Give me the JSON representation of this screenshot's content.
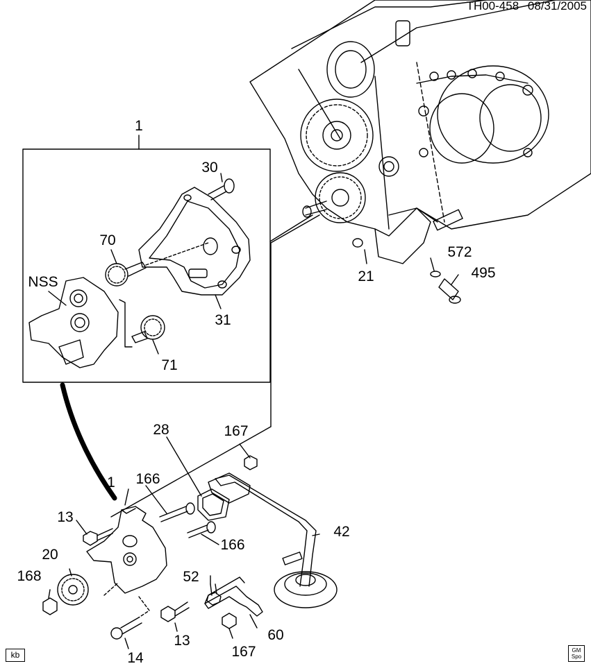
{
  "header": {
    "ref": "TH00-458",
    "date": "08/31/2005"
  },
  "callouts": {
    "c1_top": "1",
    "c30": "30",
    "c70": "70",
    "nss": "NSS",
    "c31": "31",
    "c71": "71",
    "c21": "21",
    "c572": "572",
    "c495": "495",
    "c28": "28",
    "c167_top": "167",
    "c1_bottom": "1",
    "c166_a": "166",
    "c13_left": "13",
    "c166_b": "166",
    "c42": "42",
    "c20": "20",
    "c168": "168",
    "c52": "52",
    "c13_bottom": "13",
    "c60": "60",
    "c14": "14",
    "c167_bottom": "167"
  },
  "badges": {
    "kb": "kb",
    "gm_line1": "GM",
    "gm_line2": "Spo"
  }
}
